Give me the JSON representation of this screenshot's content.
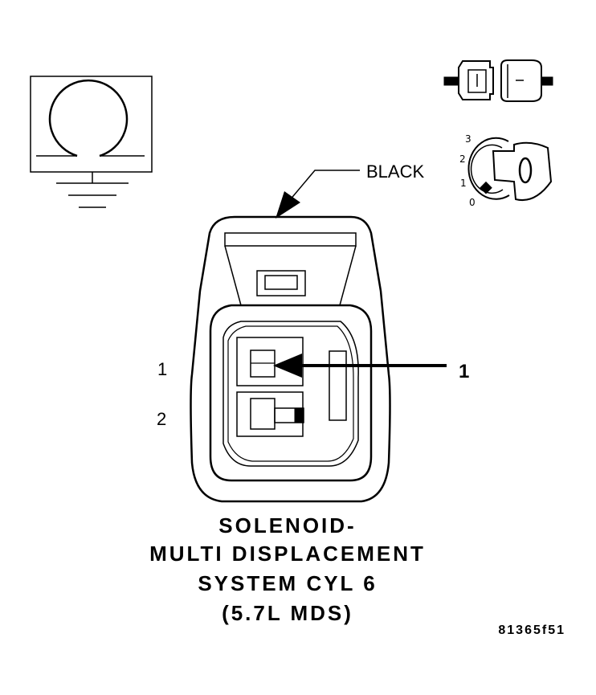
{
  "connector": {
    "color_label": "BLACK",
    "pin_labels": [
      "1",
      "2"
    ],
    "callout_number": "1"
  },
  "title_lines": [
    "SOLENOID-",
    "MULTI DISPLACEMENT",
    "SYSTEM CYL 6",
    "(5.7L MDS)"
  ],
  "figure_id": "81365f51",
  "key_positions": [
    "3",
    "2",
    "1",
    "0"
  ],
  "icons": {
    "ground_symbol": "ground-solenoid-symbol-icon",
    "connector_pair": "connector-pair-icon",
    "ignition_key": "ignition-key-switch-icon"
  },
  "colors": {
    "line": "#000000",
    "background": "#ffffff"
  }
}
